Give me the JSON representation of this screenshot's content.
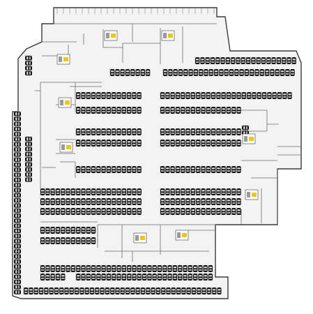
{
  "plan": {
    "colors": {
      "background": "#ffffff",
      "floor": "#f3f3f3",
      "outline": "#3a3a3a",
      "interior_wall": "#6b6b6b",
      "bay_line": "#bdbdbd",
      "car": "#111111",
      "core_accent": "#f0c419",
      "core_grey": "#9a9a9a"
    },
    "cores": [
      {
        "name": "core-north-west",
        "kind": "stair-lift"
      },
      {
        "name": "core-north-east",
        "kind": "stair-lift"
      },
      {
        "name": "core-west-upper",
        "kind": "stair-lift"
      },
      {
        "name": "core-west-mid",
        "kind": "stair-lift"
      },
      {
        "name": "core-west-lower",
        "kind": "stair-lift"
      },
      {
        "name": "core-east",
        "kind": "stair-lift"
      },
      {
        "name": "core-south-east",
        "kind": "stair-lift"
      },
      {
        "name": "core-south-centre",
        "kind": "stair-lift"
      },
      {
        "name": "core-south-right",
        "kind": "stair-lift"
      }
    ]
  }
}
